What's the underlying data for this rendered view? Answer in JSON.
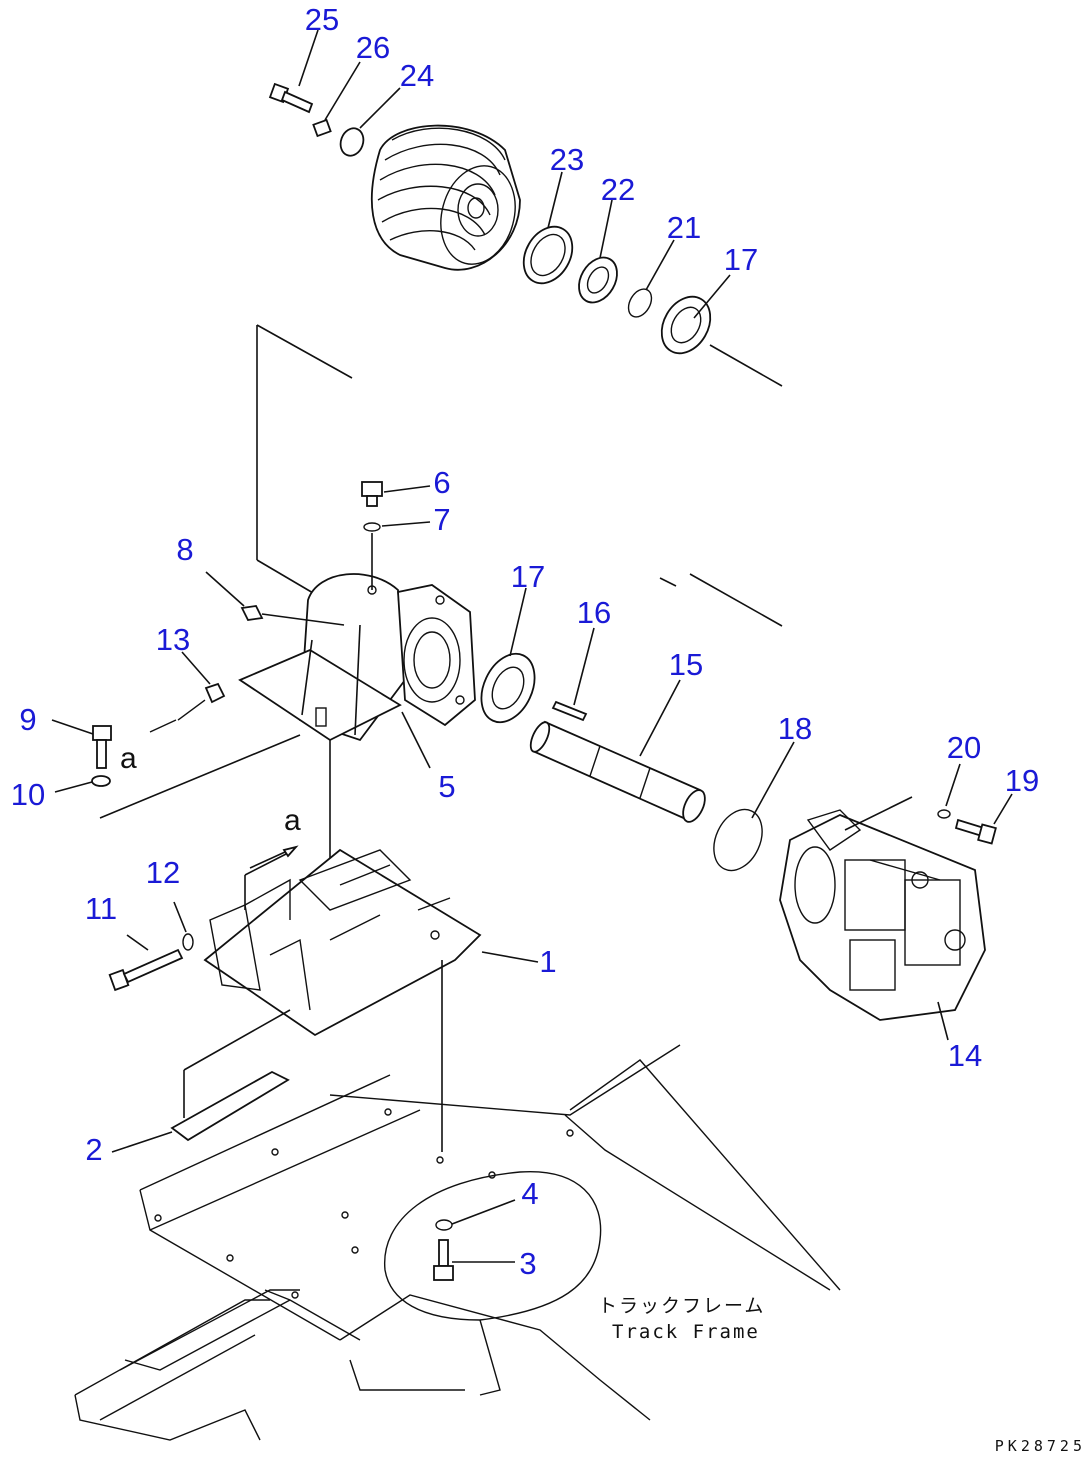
{
  "callouts": [
    {
      "id": "1",
      "label": "1"
    },
    {
      "id": "2",
      "label": "2"
    },
    {
      "id": "3",
      "label": "3"
    },
    {
      "id": "4",
      "label": "4"
    },
    {
      "id": "5",
      "label": "5"
    },
    {
      "id": "6",
      "label": "6"
    },
    {
      "id": "7",
      "label": "7"
    },
    {
      "id": "8",
      "label": "8"
    },
    {
      "id": "9",
      "label": "9"
    },
    {
      "id": "10",
      "label": "10"
    },
    {
      "id": "11",
      "label": "11"
    },
    {
      "id": "12",
      "label": "12"
    },
    {
      "id": "13",
      "label": "13"
    },
    {
      "id": "14",
      "label": "14"
    },
    {
      "id": "15",
      "label": "15"
    },
    {
      "id": "16",
      "label": "16"
    },
    {
      "id": "17a",
      "label": "17"
    },
    {
      "id": "17b",
      "label": "17"
    },
    {
      "id": "18",
      "label": "18"
    },
    {
      "id": "19",
      "label": "19"
    },
    {
      "id": "20",
      "label": "20"
    },
    {
      "id": "21",
      "label": "21"
    },
    {
      "id": "22",
      "label": "22"
    },
    {
      "id": "23",
      "label": "23"
    },
    {
      "id": "24",
      "label": "24"
    },
    {
      "id": "25",
      "label": "25"
    },
    {
      "id": "26",
      "label": "26"
    }
  ],
  "reference_marks": [
    "a",
    "a"
  ],
  "caption": {
    "japanese": "トラックフレーム",
    "english": "Track Frame"
  },
  "drawing_code": "PK28725",
  "colors": {
    "callout_number": "#1a1ad6",
    "line_art": "#111111",
    "background": "#ffffff"
  }
}
